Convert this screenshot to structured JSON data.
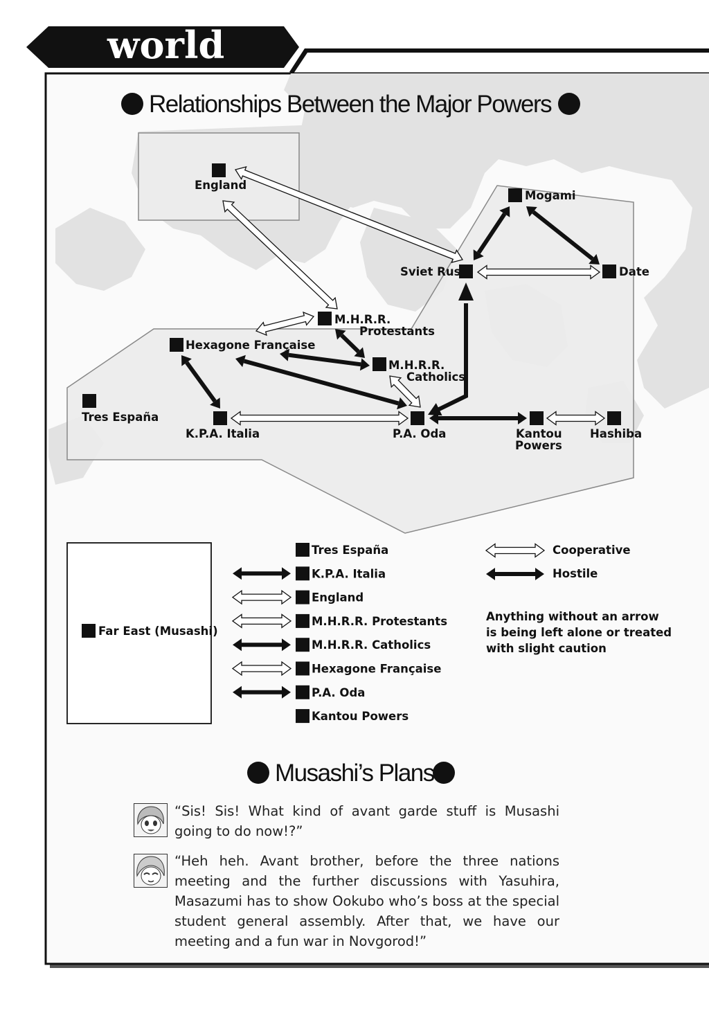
{
  "header": {
    "tab_title": "world"
  },
  "sections": {
    "relationships_title": "Relationships Between the Major Powers",
    "plans_title": "Musashi’s Plans"
  },
  "nodes": {
    "england": "England",
    "mogami": "Mogami",
    "sviet_rus": "Sviet Rus",
    "date": "Date",
    "mhrr_protestants_1": "M.H.R.R.",
    "mhrr_protestants_2": "Protestants",
    "hexagone": "Hexagone Française",
    "mhrr_catholics_1": "M.H.R.R.",
    "mhrr_catholics_2": "Catholics",
    "tres_espana": "Tres España",
    "kpa_italia": "K.P.A. Italia",
    "pa_oda": "P.A. Oda",
    "kantou_1": "Kantou",
    "kantou_2": "Powers",
    "hashiba": "Hashiba"
  },
  "legend": {
    "far_east": "Far East (Musashi)",
    "list": [
      {
        "label": "Tres España",
        "relation": "none"
      },
      {
        "label": "K.P.A. Italia",
        "relation": "hostile"
      },
      {
        "label": "England",
        "relation": "cooperative"
      },
      {
        "label": "M.H.R.R. Protestants",
        "relation": "cooperative"
      },
      {
        "label": "M.H.R.R. Catholics",
        "relation": "hostile"
      },
      {
        "label": "Hexagone Française",
        "relation": "cooperative"
      },
      {
        "label": "P.A. Oda",
        "relation": "hostile"
      },
      {
        "label": "Kantou Powers",
        "relation": "none"
      }
    ],
    "cooperative": "Cooperative",
    "hostile": "Hostile",
    "note": [
      "Anything without an arrow",
      "is being left alone or treated",
      "with slight caution"
    ]
  },
  "plans": {
    "quote_1": "“Sis! Sis! What kind of avant garde stuff is Musashi going to do now!?”",
    "quote_2": "“Heh heh. Avant brother, before the three nations meeting and the further discussions with Yasuhira, Masazumi has to show Ookubo who’s boss at the special student general assembly. After that, we have our meeting and a fun war in Novgorod!”"
  },
  "colors": {
    "ink": "#111111",
    "map_land": "#e2e2e2",
    "map_region": "#ebebeb"
  }
}
